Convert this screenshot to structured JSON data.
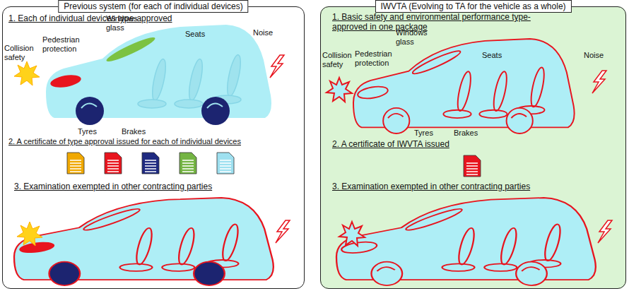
{
  "diagram": {
    "nodes": [
      {
        "text": [
          "Previous system (for each of individual devices)"
        ]
      },
      {
        "text": [
          "IWVTA (Evolving to TA for the vehicle as a whole)"
        ]
      }
    ],
    "labels": [
      "1. Each of individual devices type-approved",
      "Collision safety",
      "Pedestrian protection",
      "Windows glass",
      "Seats",
      "Noise",
      "Tyres",
      "Brakes",
      "2. A certificate of type approval issued for each of individual devices",
      "3. Examination exempted in other contracting parties",
      "1. Basic safety and environmental performance type-approved in one package",
      "Collision safety",
      "Pedestrian protection",
      "Windows glass",
      "Seats",
      "Noise",
      "Tyres",
      "Brakes",
      "2. A certificate of IWVTA issued",
      "3. Examination exempted in other contracting parties"
    ]
  }
}
